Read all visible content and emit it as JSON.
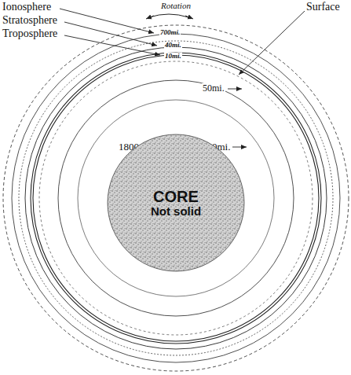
{
  "diagram": {
    "nodes": [
      {
        "text": [
          "CORE",
          "Not solid"
        ]
      }
    ],
    "labels": [
      "Rotation",
      "Ionosphere",
      "Stratosphere",
      "Troposphere",
      "Surface",
      "700mi.",
      "40mi.",
      "10mi.",
      "50mi.",
      "1800mi.",
      "750mi."
    ]
  }
}
